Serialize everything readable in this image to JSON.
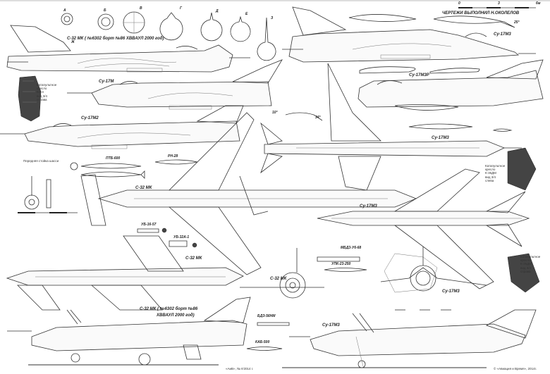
{
  "sheet": {
    "author_credit": "ЧЕРТЕЖИ ВЫПОЛНИЛ  Н.ОКОЛЕЛОВ",
    "scale_bar": {
      "start": "0",
      "mid": "3",
      "end": "6м"
    },
    "publication": "«АиВ», № 6'2014 г.",
    "copyright": "© «Авиация и Время», 2014г."
  },
  "views": {
    "top_side": "С-32 МК ( №6302 борт №86  ХВВАУЛ 2000 год)",
    "su17m_side": "Су-17М",
    "su17m2_side": "Су-17М2",
    "su17m3_side_top": "Су-17М3",
    "su17m3r_side": "Су-17М3Р",
    "su17m3_plan_top": "Су-17М3",
    "s32mk_plan": "С-32 МК",
    "s32mk_plan_lower": "С-32 МК",
    "su17m3_plan_lower": "Су-17М3",
    "s32mk_front": "С-32 МК",
    "su17m3_front": "Су-17М3",
    "bottom_side_line1": "С-32 МК  ( №6302 борт №86",
    "bottom_side_line2": "ХВВАУЛ 2000 год)",
    "su17m3_bottom_side": "Су-17М3"
  },
  "sections": [
    "А",
    "Б",
    "В",
    "Г",
    "Д",
    "Е",
    "Ж",
    "З"
  ],
  "section_markers": {
    "a": "А",
    "b": "Б",
    "v": "В",
    "g": "Г",
    "d": "Д",
    "e": "Е",
    "zh": "Ж",
    "z": "З"
  },
  "angles": {
    "flap": "25°",
    "slat_up": "10°",
    "slat_down": "34°"
  },
  "stores": {
    "ptb600": "ПТБ-600",
    "rn28": "РН-28",
    "ub1657": "УБ-16-57",
    "ub32a1": "УБ-32А-1",
    "mbd3u6": "МБД3-У6-68",
    "upk23": "УПК-23-250",
    "bdz56": "БДЗ-56НМ",
    "kab500": "КАБ-500"
  },
  "notes": {
    "seat_ks4": "Катапультное\nкресло\nКС-4\nвид 3/4\nсправа",
    "seat_k36_side": "Катапультное\nкресло\nК-36ДМ\nвид 3/4\nслева",
    "seat_k36_rear": "Катапультное\nкресло\nК-36ДМ\nвид 3/4\nсправа",
    "nose_gear": "Передняя стойка шасси"
  }
}
